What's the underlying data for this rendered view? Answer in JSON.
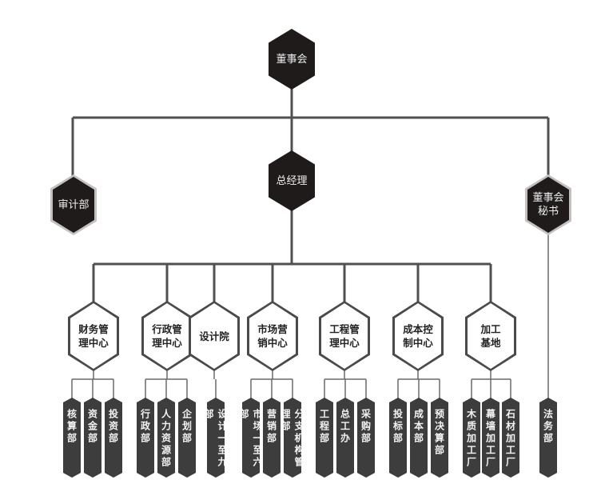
{
  "top": {
    "board": "董事会",
    "gm": "总经理",
    "audit": "审计部",
    "secretary": "董事会\n秘书"
  },
  "centers": [
    {
      "label": "财务管\n理中心",
      "depts": [
        "核算部",
        "资金部",
        "投资部"
      ]
    },
    {
      "label": "行政管\n理中心",
      "depts": [
        "行政部",
        "人力资源部",
        "企划部"
      ]
    },
    {
      "label": "设计院",
      "depts": [
        "设计一至九部"
      ]
    },
    {
      "label": "市场营\n销中心",
      "depts": [
        "市场一至六部",
        "营销部",
        "分支机构管理部"
      ]
    },
    {
      "label": "工程管\n理中心",
      "depts": [
        "工程部",
        "总工办",
        "采购部"
      ]
    },
    {
      "label": "成本控\n制中心",
      "depts": [
        "投标部",
        "成本部",
        "预决算部"
      ]
    },
    {
      "label": "加工\n基地",
      "depts": [
        "木质加工厂",
        "幕墙加工厂",
        "石材加工厂"
      ]
    }
  ],
  "secretary_depts": [
    "法务部"
  ],
  "colors": {
    "line": "#555555",
    "node_dark": "#1f1b1b",
    "dept": "#3d3d3d"
  }
}
